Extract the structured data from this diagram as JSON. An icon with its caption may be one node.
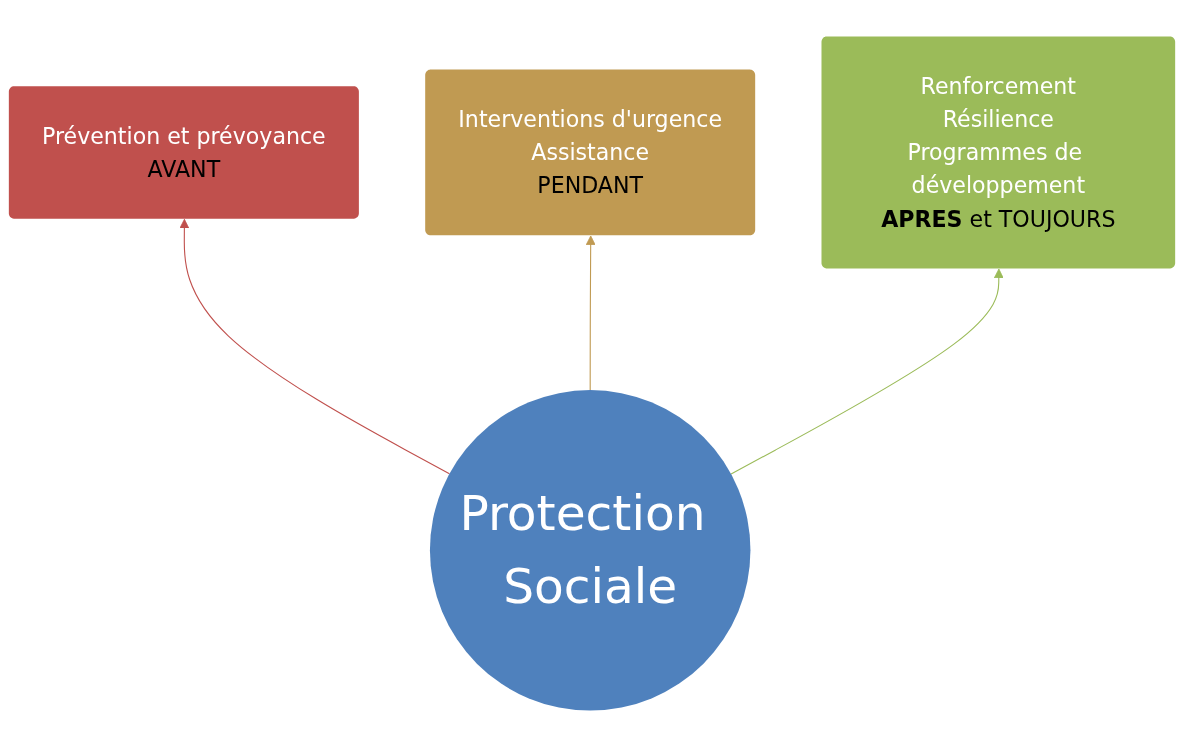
{
  "diagram": {
    "nodes": [
      {
        "text": [
          "Protection Sociale"
        ]
      },
      {
        "text": [
          "Prévention et prévoyance",
          "AVANT"
        ]
      },
      {
        "text": [
          "Interventions d'urgence",
          "Assistance",
          "PENDANT"
        ]
      },
      {
        "text": [
          "Renforcement",
          "Résilience",
          "Programmes de développement",
          "**APRES** et TOUJOURS"
        ]
      }
    ],
    "edges": [
      {
        "from": 0,
        "to": 1,
        "arrow": "to",
        "color": "#c0504d"
      },
      {
        "from": 0,
        "to": 2,
        "arrow": "to",
        "color": "#c09a52"
      },
      {
        "from": 0,
        "to": 3,
        "arrow": "to",
        "color": "#9bbb59"
      }
    ]
  }
}
